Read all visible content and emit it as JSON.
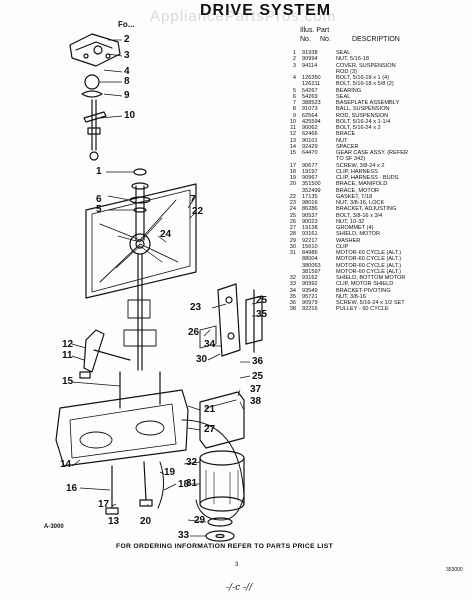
{
  "header": {
    "title": "DRIVE SYSTEM",
    "subtitle": "Fo...",
    "watermark": "AppliancePartsPros.com",
    "col_illus_line1": "Illus. Part",
    "col_illus_line2": "No.",
    "col_part_line2": "No.",
    "col_desc": "DESCRIPTION"
  },
  "parts": [
    {
      "ref": "1",
      "part": "91938",
      "desc": "SEAL"
    },
    {
      "ref": "2",
      "part": "90994",
      "desc": "NUT, 5/16-18"
    },
    {
      "ref": "3",
      "part": "94114",
      "desc": "COVER, SUSPENSION"
    },
    {
      "ref": "",
      "part": "",
      "desc": "ROD (3)"
    },
    {
      "ref": "4",
      "part": "126350",
      "desc": "BOLT, 5/16-18 x 1 (4)"
    },
    {
      "ref": "",
      "part": "126211",
      "desc": "BOLT, 5/16-18 x 5/8 (2)"
    },
    {
      "ref": "5",
      "part": "54267",
      "desc": "BEARING"
    },
    {
      "ref": "6",
      "part": "54269",
      "desc": "SEAL"
    },
    {
      "ref": "7",
      "part": "388523",
      "desc": "BASEPLATE ASSEMBLY"
    },
    {
      "ref": "8",
      "part": "91073",
      "desc": "BALL, SUSPENSION"
    },
    {
      "ref": "9",
      "part": "62564",
      "desc": "ROD, SUSPENSION"
    },
    {
      "ref": "10",
      "part": "425594",
      "desc": "BOLT, 5/16-24 x 1-1/4"
    },
    {
      "ref": "11",
      "part": "90062",
      "desc": "BOLT, 5/16-24 x 2"
    },
    {
      "ref": "12",
      "part": "62466",
      "desc": "BRACE"
    },
    {
      "ref": "13",
      "part": "90101",
      "desc": "NUT"
    },
    {
      "ref": "14",
      "part": "92429",
      "desc": "SPACER"
    },
    {
      "ref": "15",
      "part": "64470",
      "desc": "GEAR CASE ASSY. (REFER"
    },
    {
      "ref": "",
      "part": "",
      "desc": "TO SF 342)"
    },
    {
      "ref": "17",
      "part": "90677",
      "desc": "SCREW, 3/8-24 x 2"
    },
    {
      "ref": "18",
      "part": "19197",
      "desc": "CLIP, HARNESS"
    },
    {
      "ref": "19",
      "part": "90967",
      "desc": "CLIP, HARNESS - BUDS"
    },
    {
      "ref": "20",
      "part": "351500",
      "desc": "BRACE, MANIFOLD"
    },
    {
      "ref": "",
      "part": "352499",
      "desc": "BRACE, MOTOR"
    },
    {
      "ref": "22",
      "part": "17135",
      "desc": "GASKET, T/18"
    },
    {
      "ref": "23",
      "part": "98016",
      "desc": "NUT, 3/8-16, LOCK"
    },
    {
      "ref": "24",
      "part": "86286",
      "desc": "BRACKET, ADJUSTING"
    },
    {
      "ref": "25",
      "part": "90537",
      "desc": "BOLT, 3/8-16 x 3/4"
    },
    {
      "ref": "26",
      "part": "90023",
      "desc": "NUT, 10-32"
    },
    {
      "ref": "27",
      "part": "19138",
      "desc": "GROMMET (4)"
    },
    {
      "ref": "28",
      "part": "93161",
      "desc": "SHIELD, MOTOR"
    },
    {
      "ref": "29",
      "part": "92217",
      "desc": "WASHER"
    },
    {
      "ref": "30",
      "part": "15610",
      "desc": "CLIP"
    },
    {
      "ref": "31",
      "part": "84986",
      "desc": "MOTOR-60 CYCLE (ALT.)"
    },
    {
      "ref": "",
      "part": "88004",
      "desc": "MOTOR-60 CYCLE (ALT.)"
    },
    {
      "ref": "",
      "part": "380063",
      "desc": "MOTOR-60 CYCLE (ALT.)"
    },
    {
      "ref": "",
      "part": "381597",
      "desc": "MOTOR-60 CYCLE (ALT.)"
    },
    {
      "ref": "32",
      "part": "93162",
      "desc": "SHIELD, BOTTOM MOTOR"
    },
    {
      "ref": "33",
      "part": "90992",
      "desc": "CLIP, MOTOR SHIELD"
    },
    {
      "ref": "34",
      "part": "93549",
      "desc": "BRACKET-PIVOTING"
    },
    {
      "ref": "35",
      "part": "95721",
      "desc": "NUT, 3/8-16"
    },
    {
      "ref": "36",
      "part": "90979",
      "desc": "SCREW, 5/16-24 x 1/2 SET"
    },
    {
      "ref": "38",
      "part": "92216",
      "desc": "PULLEY - 60 CYCLE"
    }
  ],
  "callouts": [
    "2",
    "3",
    "4",
    "8",
    "9",
    "10",
    "1",
    "6",
    "5",
    "7",
    "22",
    "24",
    "23",
    "25",
    "35",
    "26",
    "34",
    "12",
    "11",
    "15",
    "30",
    "36",
    "25",
    "37",
    "38",
    "21",
    "27",
    "14",
    "16",
    "17",
    "19",
    "18",
    "13",
    "20",
    "32",
    "31",
    "29",
    "33"
  ],
  "footer": {
    "notice": "FOR ORDERING INFORMATION REFER TO PARTS PRICE LIST",
    "figure_code": "A-3000",
    "page_number": "3",
    "doc_code": "353000",
    "handwritten": "-/-c -//"
  }
}
